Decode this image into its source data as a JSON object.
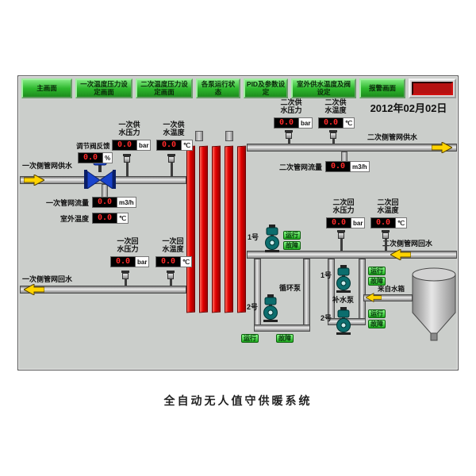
{
  "screen": {
    "date": "2012年02月02日",
    "caption": "全自动无人值守供暖系统"
  },
  "toolbar": {
    "buttons": [
      "主画面",
      "一次温度压力设定画面",
      "二次温度压力设定画面",
      "各泵运行状态",
      "PID及参数设定",
      "室外供水温度及阀设定",
      "报警画面"
    ],
    "alarm_color": "#b61212"
  },
  "primary": {
    "supply_pipe_label": "一次侧管网供水",
    "return_pipe_label": "一次侧管网回水",
    "valve_feedback": {
      "label": "调节阀反馈",
      "value": "0.0",
      "unit": "%"
    },
    "supply_pressure": {
      "label": "一次供水压力",
      "value": "0.0",
      "unit": "bar"
    },
    "supply_temp": {
      "label": "一次供水温度",
      "value": "0.0",
      "unit": "℃"
    },
    "flow": {
      "label": "一次管网流量",
      "value": "0.0",
      "unit": "m3/h"
    },
    "outdoor_temp": {
      "label": "室外温度",
      "value": "0.0",
      "unit": "℃"
    },
    "return_pressure": {
      "label": "一次回水压力",
      "value": "0.0",
      "unit": "bar"
    },
    "return_temp": {
      "label": "一次回水温度",
      "value": "0.0",
      "unit": "℃"
    }
  },
  "secondary": {
    "supply_pipe_label": "二次侧管网供水",
    "return_pipe_label": "二次侧管网回水",
    "supply_pressure": {
      "label": "二次供水压力",
      "value": "0.0",
      "unit": "bar"
    },
    "supply_temp": {
      "label": "二次供水温度",
      "value": "0.0",
      "unit": "℃"
    },
    "flow": {
      "label": "二次管网流量",
      "value": "0.0",
      "unit": "m3/h"
    },
    "return_pressure": {
      "label": "二次回水压力",
      "value": "0.0",
      "unit": "bar"
    },
    "return_temp": {
      "label": "二次回水温度",
      "value": "0.0",
      "unit": "℃"
    }
  },
  "pumps": {
    "circulation": {
      "group_label": "循环泵",
      "pump1_label": "1号",
      "pump1_run": "运行",
      "pump1_fault": "故障",
      "pump2_label": "2号",
      "pump2_run": "运行",
      "pump2_fault": "故障"
    },
    "makeup": {
      "group_label": "补水泵",
      "pump1_label": "1号",
      "pump1_run": "运行",
      "pump1_fault": "故障",
      "pump2_label": "2号",
      "pump2_run": "运行",
      "pump2_fault": "故障"
    }
  },
  "tank": {
    "from_label": "来自水箱"
  }
}
